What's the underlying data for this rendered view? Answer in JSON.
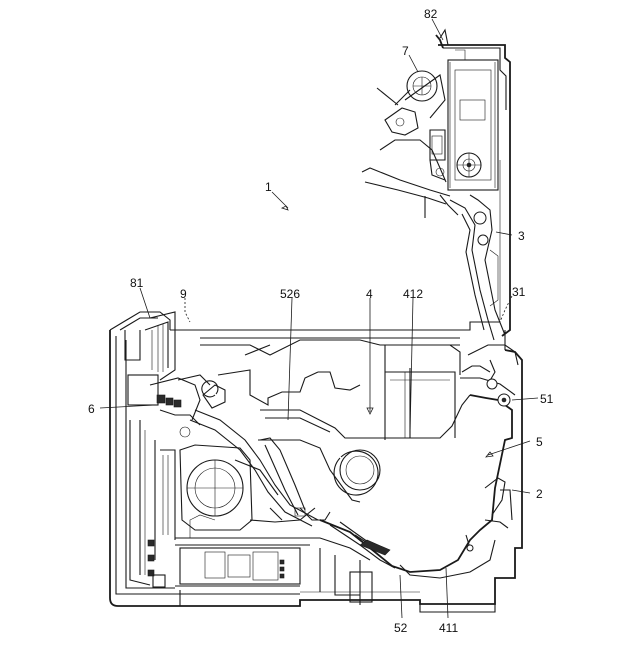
{
  "figure": {
    "labels": [
      {
        "id": "l82",
        "text": "82"
      },
      {
        "id": "l7",
        "text": "7"
      },
      {
        "id": "l1",
        "text": "1"
      },
      {
        "id": "l3",
        "text": "3"
      },
      {
        "id": "l31",
        "text": "31"
      },
      {
        "id": "l81",
        "text": "81"
      },
      {
        "id": "l9",
        "text": "9"
      },
      {
        "id": "l526",
        "text": "526"
      },
      {
        "id": "l4",
        "text": "4"
      },
      {
        "id": "l412",
        "text": "412"
      },
      {
        "id": "l6",
        "text": "6"
      },
      {
        "id": "l51",
        "text": "51"
      },
      {
        "id": "l5",
        "text": "5"
      },
      {
        "id": "l2",
        "text": "2"
      },
      {
        "id": "l52",
        "text": "52"
      },
      {
        "id": "l411",
        "text": "411"
      }
    ]
  }
}
